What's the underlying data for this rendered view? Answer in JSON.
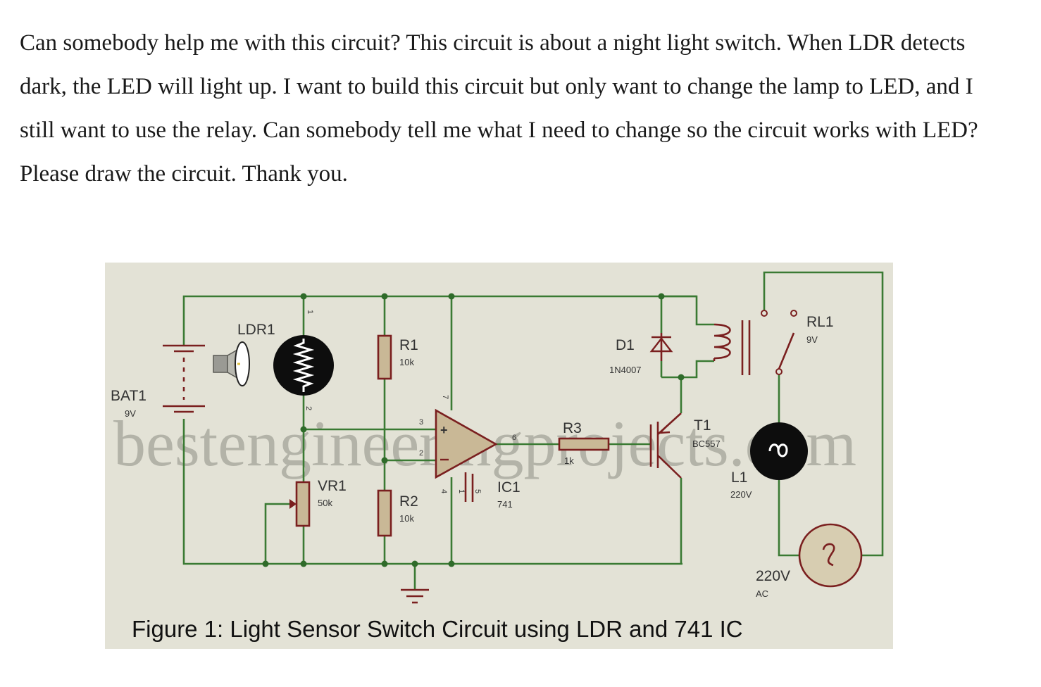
{
  "question": "Can somebody help me with this circuit? This circuit is about a night light switch. When LDR detects dark, the LED will light up. I want to build this circuit but only want to change the lamp to LED, and I still want to use the relay. Can somebody tell me what I need to change so the circuit works with LED? Please draw the circuit. Thank you.",
  "figure": {
    "caption": "Figure 1: Light Sensor Switch Circuit using LDR and 741 IC",
    "watermark": "bestengineeringprojects.com",
    "components": {
      "bat1": {
        "name": "BAT1",
        "value": "9V"
      },
      "ldr1": {
        "name": "LDR1"
      },
      "r1": {
        "name": "R1",
        "value": "10k"
      },
      "r2": {
        "name": "R2",
        "value": "10k"
      },
      "vr1": {
        "name": "VR1",
        "value": "50k"
      },
      "r3": {
        "name": "R3",
        "value": "1k"
      },
      "d1": {
        "name": "D1",
        "value": "1N4007"
      },
      "t1": {
        "name": "T1",
        "value": "BC557"
      },
      "ic1": {
        "name": "IC1",
        "value": "741"
      },
      "rl1": {
        "name": "RL1",
        "value": "9V"
      },
      "l1": {
        "name": "L1",
        "value": "220V"
      },
      "ac": {
        "name": "220V",
        "value": "AC"
      }
    },
    "pins": {
      "ldr_top": "1",
      "ldr_bottom": "2",
      "p3": "3",
      "p2": "2",
      "p7": "7",
      "p6": "6",
      "p4": "4",
      "p1": "1",
      "p5": "5",
      "opamp_plus": "+"
    }
  },
  "colors": {
    "wire": "#3a7a33",
    "component": "#7a1f1f",
    "background": "#e3e2d6"
  }
}
